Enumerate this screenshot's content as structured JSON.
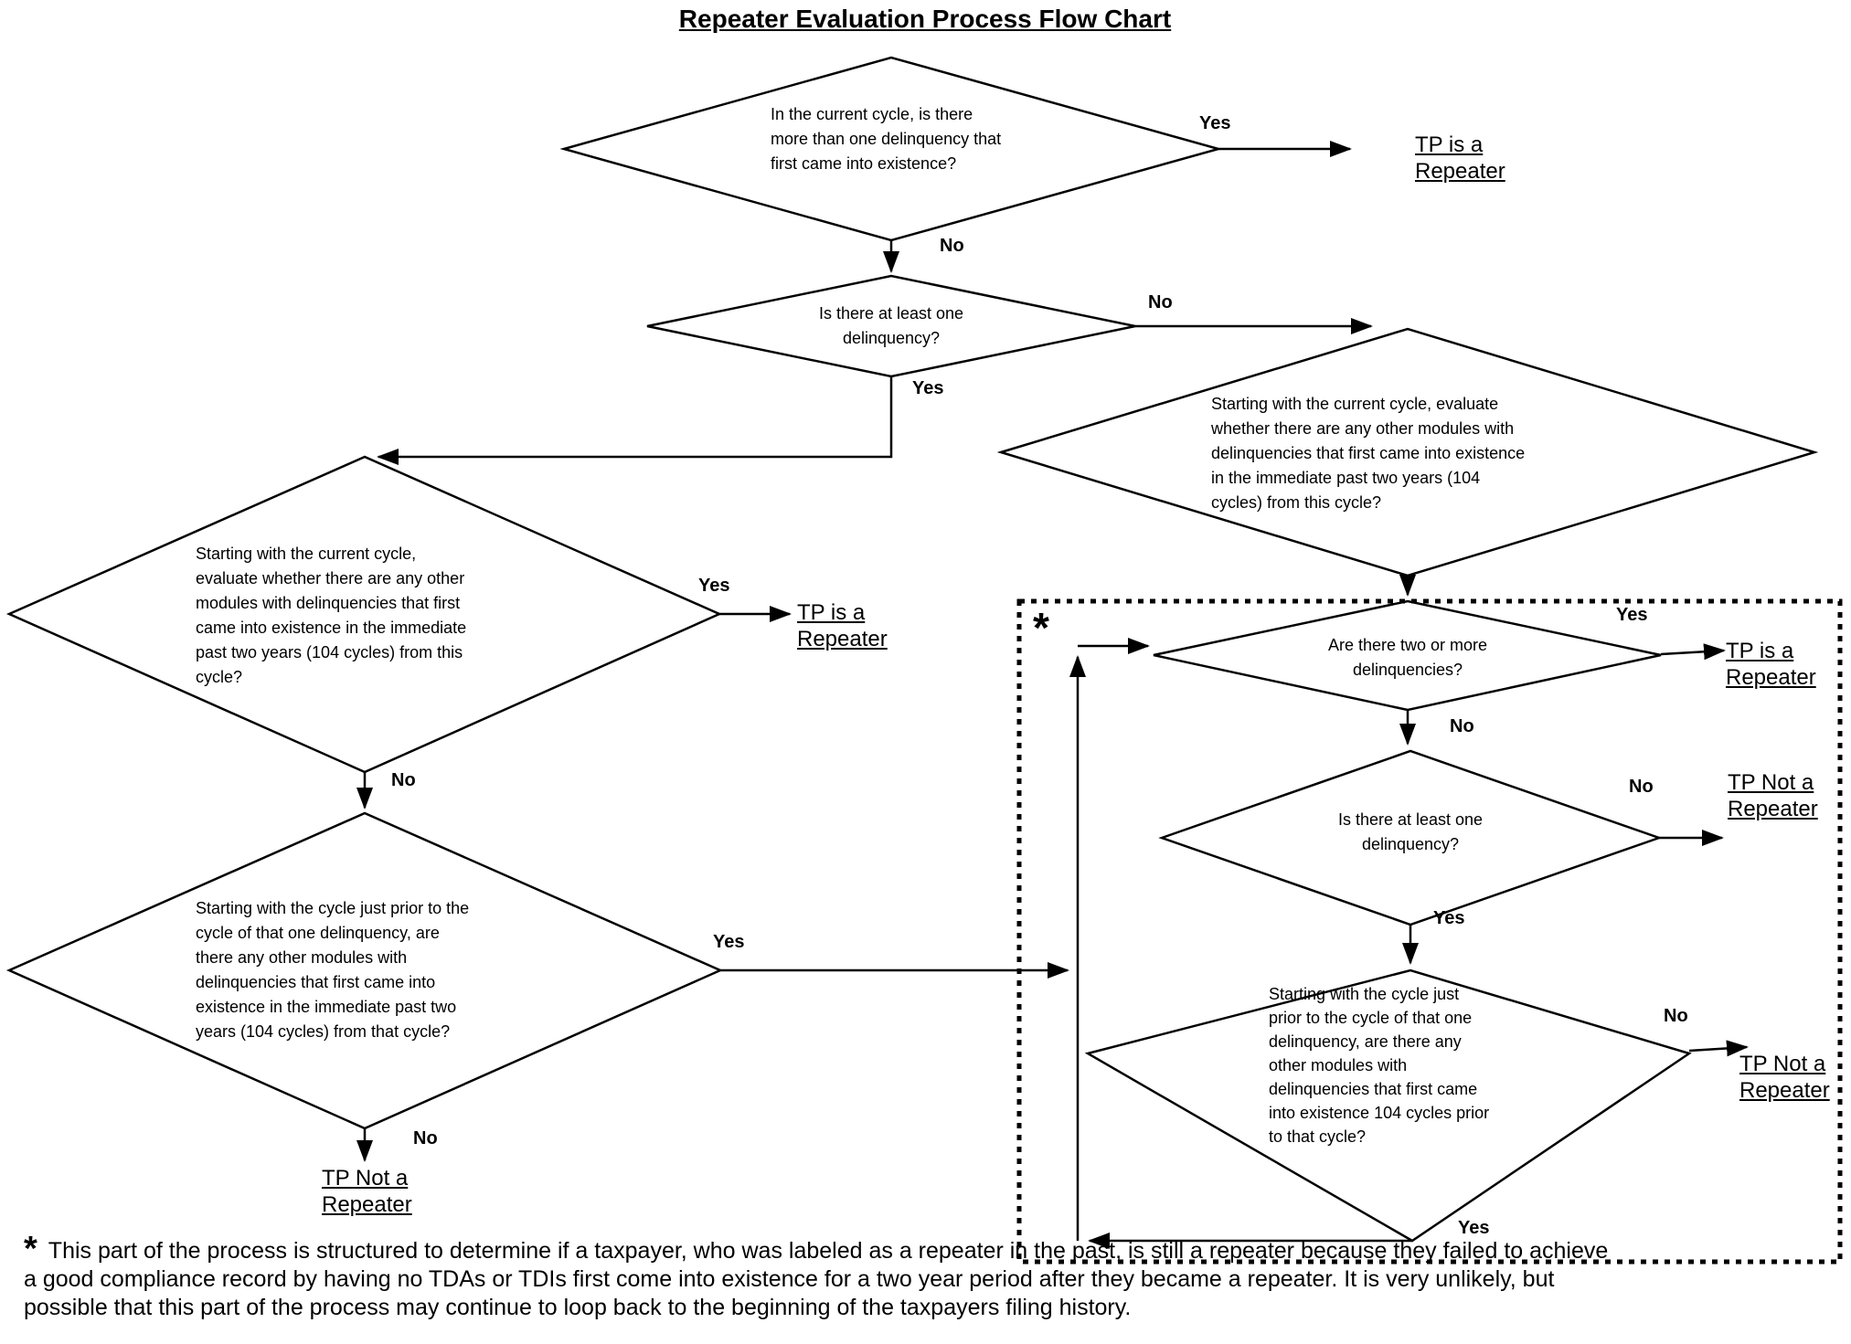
{
  "title": "Repeater Evaluation Process Flow Chart",
  "diamonds": {
    "d1": {
      "text": "In the current cycle, is there\nmore than one delinquency that\nfirst came into existence?"
    },
    "d2": {
      "text": "Is there at least one\ndelinquency?"
    },
    "d3": {
      "text": "Starting with the current cycle, evaluate\nwhether there are any other modules with\ndelinquencies that first came into existence\nin the immediate past two years (104\ncycles) from this cycle?"
    },
    "d4": {
      "text": "Starting with the current cycle,\nevaluate whether there are any other\nmodules with delinquencies that first\ncame into existence in the immediate\npast two years (104 cycles) from this\ncycle?"
    },
    "d5": {
      "text": "Starting with the cycle just prior to the\ncycle of that one delinquency,  are\nthere any other modules with\ndelinquencies that first came into\nexistence in the immediate past two\nyears (104 cycles) from that cycle?"
    },
    "d6": {
      "text": "Are there two or more\ndelinquencies?"
    },
    "d7": {
      "text": "Is there at least one\ndelinquency?"
    },
    "d8": {
      "text": "Starting with the cycle just\nprior to the cycle of that one\ndelinquency, are there any\nother modules with\ndelinquencies that first came\ninto existence 104 cycles prior\nto that cycle?"
    }
  },
  "terminals": {
    "t1": "TP is a\nRepeater",
    "t2": "TP is a\nRepeater",
    "t3": "TP Not a\nRepeater",
    "t4": "TP is a\nRepeater",
    "t5": "TP Not a\nRepeater",
    "t6": "TP Not a\nRepeater"
  },
  "edge_labels": {
    "d1_yes": "Yes",
    "d1_no": "No",
    "d2_no": "No",
    "d2_yes": "Yes",
    "d4_yes": "Yes",
    "d4_no": "No",
    "d5_yes": "Yes",
    "d5_no": "No",
    "d6_yes": "Yes",
    "d6_no": "No",
    "d7_no": "No",
    "d7_yes": "Yes",
    "d8_no": "No",
    "d8_yes": "Yes"
  },
  "box": {
    "star": "*"
  },
  "footnote": {
    "star": "*",
    "text": "This part of the process is structured to determine if a taxpayer, who was labeled as a repeater in the past, is still a repeater because they failed to achieve\na good compliance record by having no TDAs or TDIs first come into existence for a two year period after they became a repeater.  It is very unlikely, but\npossible that this part of the process may continue to loop back to the beginning of the taxpayers filing history."
  },
  "colors": {
    "ink": "#000000",
    "background": "#ffffff"
  }
}
